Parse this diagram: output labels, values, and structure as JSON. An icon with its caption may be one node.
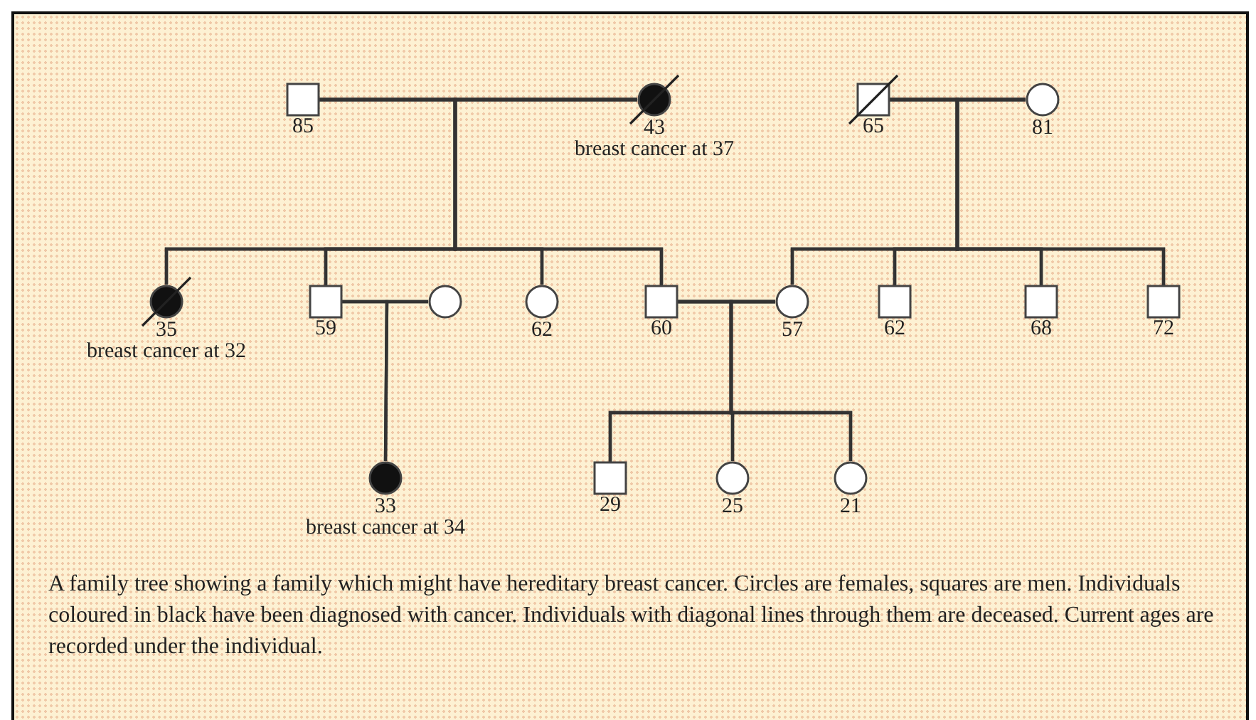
{
  "diagram": {
    "caption": "A family tree showing a family which might have hereditary breast cancer. Circles are females, squares are men. Individuals coloured in black have been diagnosed with cancer. Individuals with diagonal lines through them are deceased. Current ages are recorded under the individual.",
    "nodes": [
      {
        "text": [],
        "shape": "box",
        "beside": [
          "85"
        ]
      },
      {
        "text": [],
        "shape": "circle",
        "beside": [
          "43",
          "breast cancer at 37"
        ]
      },
      {
        "text": [],
        "shape": "box",
        "beside": [
          "65"
        ]
      },
      {
        "text": [],
        "shape": "circle",
        "beside": [
          "81"
        ]
      },
      {
        "text": [],
        "shape": "circle",
        "beside": [
          "35",
          "breast cancer at 32"
        ]
      },
      {
        "text": [],
        "shape": "box",
        "beside": [
          "59"
        ]
      },
      {
        "text": [],
        "shape": "circle"
      },
      {
        "text": [],
        "shape": "circle",
        "beside": [
          "62"
        ]
      },
      {
        "text": [],
        "shape": "box",
        "beside": [
          "60"
        ]
      },
      {
        "text": [],
        "shape": "circle",
        "beside": [
          "57"
        ]
      },
      {
        "text": [],
        "shape": "box",
        "beside": [
          "62"
        ]
      },
      {
        "text": [],
        "shape": "box",
        "beside": [
          "68"
        ]
      },
      {
        "text": [],
        "shape": "box",
        "beside": [
          "72"
        ]
      },
      {
        "text": [],
        "shape": "circle",
        "beside": [
          "33",
          "breast cancer at 34"
        ]
      },
      {
        "text": [],
        "shape": "box",
        "beside": [
          "29"
        ]
      },
      {
        "text": [],
        "shape": "circle",
        "beside": [
          "25"
        ]
      },
      {
        "text": [],
        "shape": "circle",
        "beside": [
          "21"
        ]
      }
    ],
    "edges": [
      {
        "from": 0,
        "to": 1,
        "arrow": "none"
      },
      {
        "from": 2,
        "to": 3,
        "arrow": "none"
      },
      {
        "from": 5,
        "to": 6,
        "arrow": "none"
      },
      {
        "from": 8,
        "to": 9,
        "arrow": "none"
      },
      {
        "from": 0,
        "to": 4,
        "arrow": "none"
      },
      {
        "from": 1,
        "to": 4,
        "arrow": "none"
      },
      {
        "from": 0,
        "to": 5,
        "arrow": "none"
      },
      {
        "from": 1,
        "to": 5,
        "arrow": "none"
      },
      {
        "from": 0,
        "to": 7,
        "arrow": "none"
      },
      {
        "from": 1,
        "to": 7,
        "arrow": "none"
      },
      {
        "from": 0,
        "to": 8,
        "arrow": "none"
      },
      {
        "from": 1,
        "to": 8,
        "arrow": "none"
      },
      {
        "from": 2,
        "to": 9,
        "arrow": "none"
      },
      {
        "from": 3,
        "to": 9,
        "arrow": "none"
      },
      {
        "from": 2,
        "to": 10,
        "arrow": "none"
      },
      {
        "from": 3,
        "to": 10,
        "arrow": "none"
      },
      {
        "from": 2,
        "to": 11,
        "arrow": "none"
      },
      {
        "from": 3,
        "to": 11,
        "arrow": "none"
      },
      {
        "from": 2,
        "to": 12,
        "arrow": "none"
      },
      {
        "from": 3,
        "to": 12,
        "arrow": "none"
      },
      {
        "from": 5,
        "to": 13,
        "arrow": "none"
      },
      {
        "from": 6,
        "to": 13,
        "arrow": "none"
      },
      {
        "from": 8,
        "to": 14,
        "arrow": "none"
      },
      {
        "from": 9,
        "to": 14,
        "arrow": "none"
      },
      {
        "from": 8,
        "to": 15,
        "arrow": "none"
      },
      {
        "from": 9,
        "to": 15,
        "arrow": "none"
      },
      {
        "from": 8,
        "to": 16,
        "arrow": "none"
      },
      {
        "from": 9,
        "to": 16,
        "arrow": "none"
      }
    ]
  }
}
